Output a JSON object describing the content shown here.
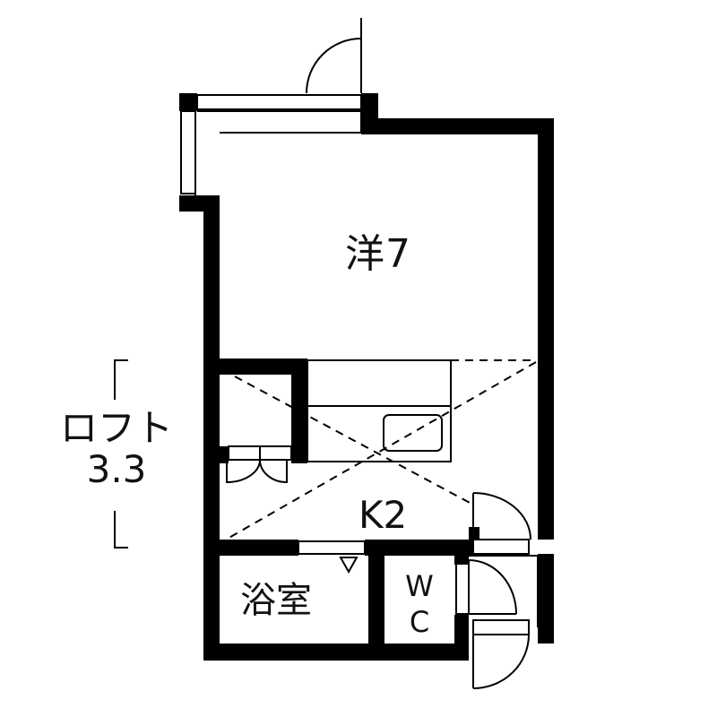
{
  "rooms": {
    "western": "洋7",
    "kitchen": "K2",
    "bath": "浴室",
    "wc_line1": "W",
    "wc_line2": "C"
  },
  "loft": {
    "label": "ロフト",
    "size": "3.3"
  },
  "colors": {
    "wall": "#000000",
    "background": "#ffffff"
  }
}
